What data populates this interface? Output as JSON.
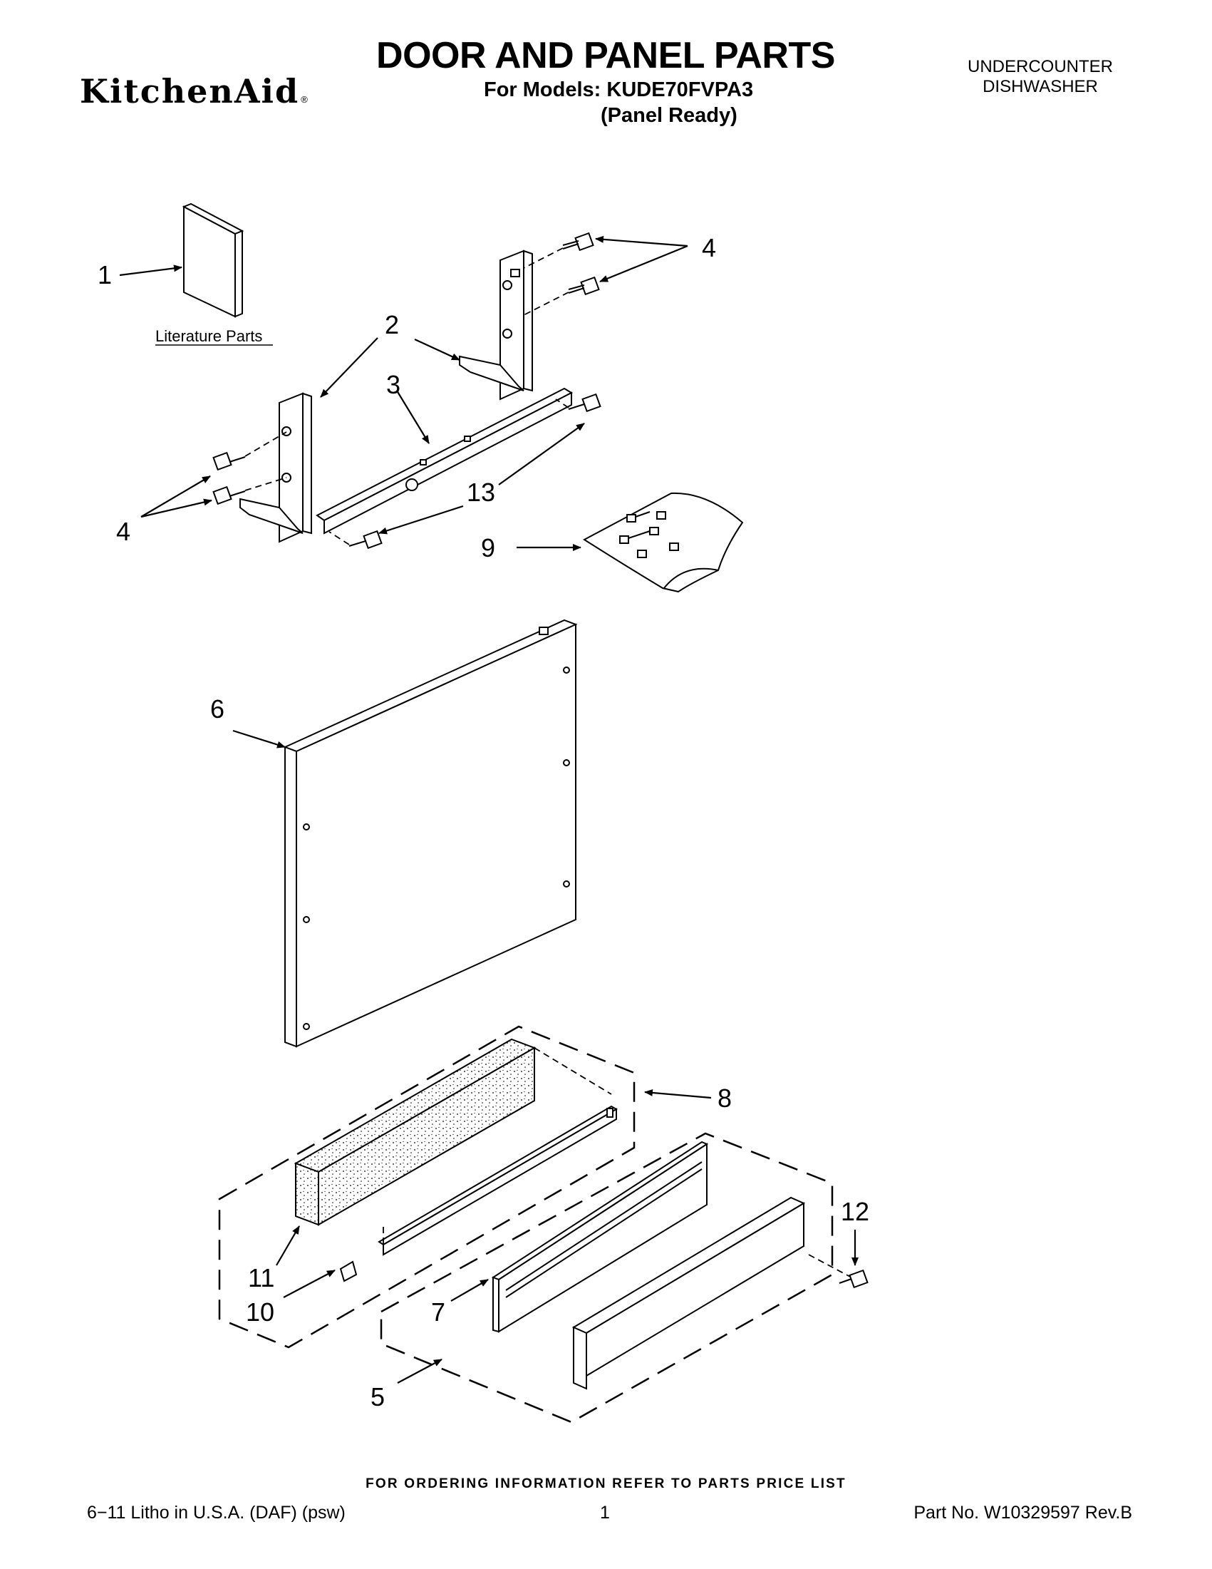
{
  "header": {
    "brand": "KitchenAid",
    "brand_mark": "®",
    "title": "DOOR AND PANEL PARTS",
    "models_line": "For Models: KUDE70FVPA3",
    "variant": "(Panel Ready)",
    "product_type_line1": "UNDERCOUNTER",
    "product_type_line2": "DISHWASHER"
  },
  "diagram": {
    "literature_label": "Literature Parts",
    "callouts": [
      {
        "id": "c1",
        "number": "1"
      },
      {
        "id": "c2",
        "number": "2"
      },
      {
        "id": "c3",
        "number": "3"
      },
      {
        "id": "c4a",
        "number": "4"
      },
      {
        "id": "c4b",
        "number": "4"
      },
      {
        "id": "c5",
        "number": "5"
      },
      {
        "id": "c6",
        "number": "6"
      },
      {
        "id": "c7",
        "number": "7"
      },
      {
        "id": "c8",
        "number": "8"
      },
      {
        "id": "c9",
        "number": "9"
      },
      {
        "id": "c10",
        "number": "10"
      },
      {
        "id": "c11",
        "number": "11"
      },
      {
        "id": "c12",
        "number": "12"
      },
      {
        "id": "c13",
        "number": "13"
      }
    ]
  },
  "footer": {
    "ordering_note": "FOR ORDERING INFORMATION REFER TO PARTS PRICE LIST",
    "litho": "6−11 Litho in U.S.A. (DAF) (psw)",
    "page_number": "1",
    "part_number": "Part No. W10329597 Rev.B"
  }
}
